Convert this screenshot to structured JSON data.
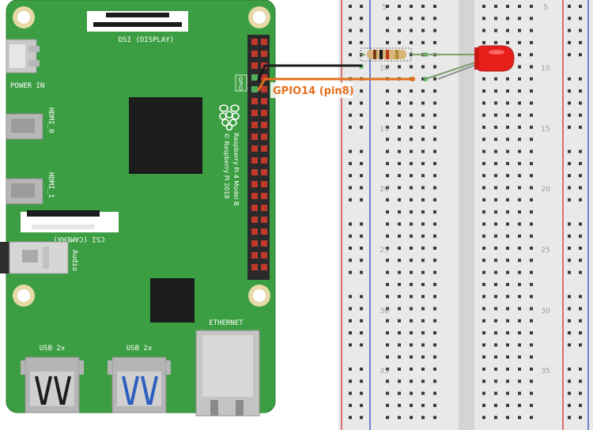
{
  "board": {
    "dsi_label": "DSI (DISPLAY)",
    "power_label": "POWER IN",
    "hdmi0_label": "HDMI_0",
    "hdmi1_label": "HDMI_1",
    "csi_label": "CSI (CAMERA)",
    "audio_label": "Audio",
    "usb_left_label": "USB 2x",
    "usb_right_label": "USB 2x",
    "ethernet_label": "ETHERNET",
    "gpio_label": "GPIO",
    "model_label": "Raspberry Pi 4 Model B",
    "copyright_label": "© Raspberry Pi 2018"
  },
  "wiring": {
    "gpio_wire_label": "GPIO14 (pin8)",
    "wire_orange": "#e46f1c",
    "wire_black": "#1a1a1a",
    "led_color": "#e8201c",
    "lead_color": "#7aa06a"
  },
  "breadboard": {
    "row_numbers": [
      "5",
      "10",
      "15",
      "20",
      "25",
      "30",
      "35"
    ]
  },
  "colors": {
    "pcb": "#3c9e42",
    "pcb_edge": "#2f7f34",
    "chip": "#1c1c1c",
    "rail_red": "#d63a3a",
    "rail_blue": "#3a57c8",
    "hole_green": "#4fae59",
    "hole_dark": "#3a3a3a"
  }
}
